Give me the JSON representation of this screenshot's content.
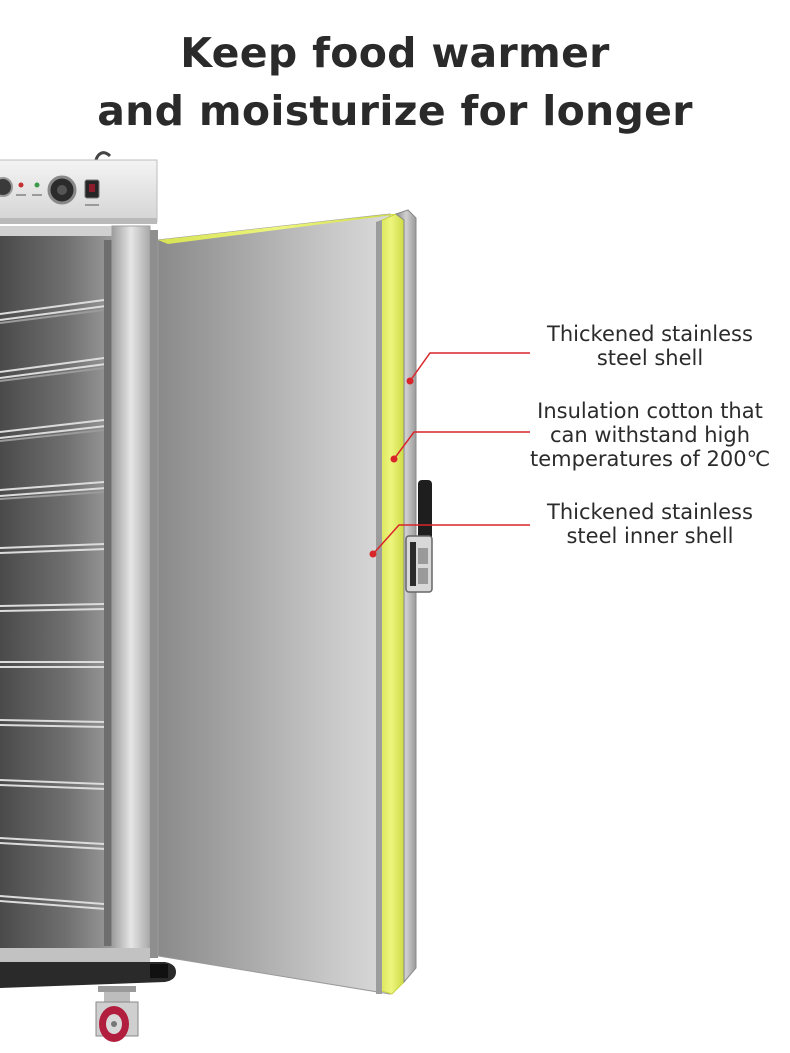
{
  "headline": {
    "line1": "Keep food warmer",
    "line2": "and moisturize for longer"
  },
  "callouts": [
    {
      "line1": "Thickened stainless",
      "line2": "steel shell",
      "line3": ""
    },
    {
      "line1": "Insulation cotton that",
      "line2": "can withstand high",
      "line3": "temperatures of 200℃"
    },
    {
      "line1": "Thickened stainless",
      "line2": "steel inner shell",
      "line3": ""
    }
  ],
  "colors": {
    "accent": "#d9252a",
    "insulation": "#e4ef6a",
    "steel": "#b5b5b5",
    "text": "#2a2a2a",
    "background": "#ffffff"
  },
  "icons": {
    "pointer": "red-dot-leader-line",
    "caster": "caster-wheel",
    "handle": "door-latch-handle"
  }
}
